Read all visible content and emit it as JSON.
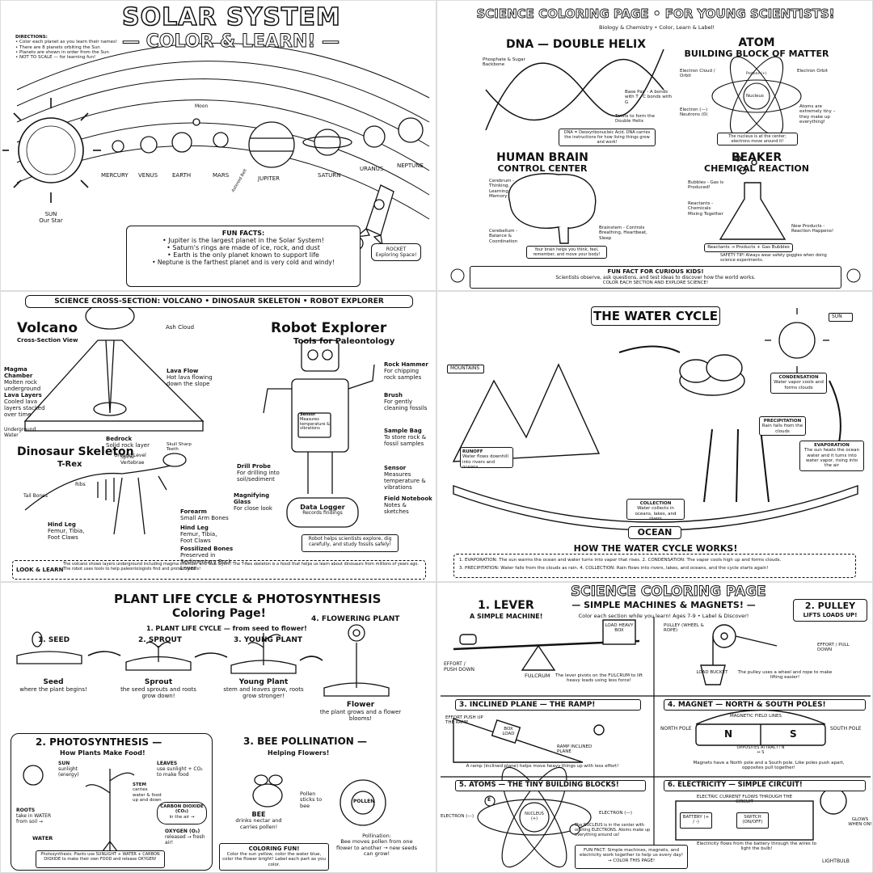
{
  "solar": {
    "title_line1": "SOLAR SYSTEM",
    "title_line2": "— COLOR & LEARN! —",
    "directions_heading": "DIRECTIONS:",
    "directions": [
      "• Color each planet as you learn their names!",
      "• There are 8 planets orbiting the Sun",
      "• Planets are shown in order from the Sun",
      "• NOT TO SCALE — for learning fun!"
    ],
    "sun_label": "SUN",
    "sun_sub": "Our Star",
    "planets": [
      "MERCURY",
      "VENUS",
      "EARTH",
      "MARS",
      "JUPITER",
      "SATURN",
      "URANUS",
      "NEPTUNE"
    ],
    "moon": "Moon",
    "asteroid_belt": "Asteroid Belt",
    "rocket_label": "ROCKET",
    "rocket_sub": "Exploring Space!",
    "facts_heading": "FUN FACTS:",
    "facts": [
      "• Jupiter is the largest planet in the Solar System!",
      "• Saturn's rings are made of ice, rock, and dust",
      "• Earth is the only planet known to support life",
      "• Neptune is the farthest planet and is very cold and windy!"
    ]
  },
  "science": {
    "title": "SCIENCE COLORING PAGE • FOR YOUNG SCIENTISTS!",
    "subtitle": "Biology & Chemistry • Color, Learn & Label!",
    "dna_title": "DNA — DOUBLE HELIX",
    "dna_backbone": "Phosphate & Sugar Backbone",
    "dna_pairs": "Base Pair - A bonds with T - C bonds with G",
    "dna_twist": "Twists to form the Double Helix",
    "dna_note": "DNA = Deoxyribonucleic Acid. DNA carries the instructions for how living things grow and work!",
    "atom_title1": "ATOM",
    "atom_title2": "BUILDING BLOCK OF MATTER",
    "atom_cloud": "Electron Cloud / Orbit",
    "atom_orbit": "Electron Orbit",
    "atom_protons": "Protons (+)",
    "atom_nucleus": "Nucleus",
    "atom_electron": "Electron (—) Neutrons (0)",
    "atom_tiny": "Atoms are extremely tiny – they make up everything!",
    "atom_note": "The nucleus is at the center; electrons move around it!",
    "brain_title1": "HUMAN BRAIN",
    "brain_title2": "CONTROL CENTER",
    "brain_cerebrum": "Cerebrum - Thinking, Learning, Memory",
    "brain_cerebellum": "Cerebellum - Balance & Coordination",
    "brain_stem": "Brainstem - Controls Breathing, Heartbeat, Sleep",
    "brain_note": "Your brain helps you think, feel, remember, and move your body!",
    "beaker_title1": "BEAKER",
    "beaker_title2": "CHEMICAL REACTION",
    "beaker_bubbles": "Bubbles - Gas is Produced!",
    "beaker_reactants": "Reactants - Chemicals Mixing Together",
    "beaker_products": "New Products - Reaction Happens!",
    "beaker_equation": "Reactants → Products + Gas Bubbles",
    "safety": "SAFETY TIP! Always wear safety goggles when doing science experiments.",
    "fun_heading": "FUN FACT FOR CURIOUS KIDS!",
    "fun_text": "Scientists observe, ask questions, and test ideas to discover how the world works.",
    "fun_sub": "COLOR EACH SECTION AND EXPLORE SCIENCE!"
  },
  "cross": {
    "banner": "SCIENCE CROSS-SECTION: VOLCANO • DINOSAUR SKELETON • ROBOT EXPLORER",
    "volcano_title": "Volcano",
    "volcano_sub": "Cross-Section View",
    "ash": "Ash Cloud",
    "lava_flow": "Lava Flow",
    "lava_flow_sub": "Hot lava flowing down the slope",
    "magma": "Magma Chamber",
    "magma_sub": "Molten rock underground",
    "layers": "Lava Layers",
    "layers_sub": "Cooled lava layers stacked over time",
    "bedrock": "Bedrock",
    "bedrock_sub": "Solid rock layer",
    "underground": "Underground Water",
    "ground": "Ground Level",
    "dino_title": "Dinosaur Skeleton",
    "dino_sub": "T-Rex",
    "skull": "Skull Sharp Teeth",
    "spine": "Spine Vertebrae",
    "ribs": "Ribs",
    "tail": "Tail Bones",
    "forearm": "Forearm",
    "forearm_sub": "Small Arm Bones",
    "hindleg_r": "Hind Leg",
    "hindleg_r_sub": "Femur, Tibia, Foot Claws",
    "hindleg_l": "Hind Leg",
    "hindleg_l_sub": "Femur, Tibia, Foot Claws",
    "fossil": "Fossilized Bones",
    "fossil_sub": "Preserved in Sedimentary Rock Layer",
    "robot_title": "Robot Explorer",
    "robot_sub": "Tools for Paleontology",
    "hammer": "Rock Hammer",
    "hammer_sub": "For chipping rock samples",
    "brush": "Brush",
    "brush_sub": "For gently cleaning fossils",
    "bag": "Sample Bag",
    "bag_sub": "To store rock & fossil samples",
    "sensor_body": "Sensor",
    "sensor_body_sub": "Measures temperature & vibrations",
    "sensor": "Sensor",
    "sensor_sub": "Measures temperature & vibrations",
    "drill": "Drill Probe",
    "drill_sub": "For drilling into soil/sediment",
    "glass": "Magnifying Glass",
    "glass_sub": "For close look",
    "logger": "Data Logger",
    "logger_sub": "Records findings",
    "notebook": "Field Notebook",
    "notebook_sub": "Notes & sketches",
    "robot_note": "Robot helps scientists explore, dig carefully, and study fossils safely!",
    "look_heading": "LOOK & LEARN",
    "look_text": "The volcano shows layers underground including magma chamber and lava layers. The T-Rex skeleton is a fossil that helps us learn about dinosaurs from millions of years ago. The robot uses tools to help paleontologists find and protect fossils!"
  },
  "water": {
    "title": "THE WATER CYCLE",
    "sun": "SUN",
    "mountains": "MOUNTAINS",
    "condensation": "CONDENSATION",
    "condensation_sub": "Water vapor cools and forms clouds",
    "precipitation": "PRECIPITATION",
    "precipitation_sub": "Rain falls from the clouds",
    "evaporation": "EVAPORATION",
    "evaporation_sub": "The sun heats the ocean water and it turns into water vapor, rising into the air",
    "runoff": "RUNOFF",
    "runoff_sub": "Water flows downhill into rivers and oceans",
    "collection": "COLLECTION",
    "collection_sub": "Water collects in oceans, lakes, and rivers",
    "ocean": "OCEAN",
    "how_heading": "HOW THE WATER CYCLE WORKS!",
    "how_1": "1. EVAPORATION: The sun warms the ocean and water turns into vapor that rises. 2. CONDENSATION: The vapor cools high up and forms clouds.",
    "how_2": "3. PRECIPITATION: Water falls from the clouds as rain. 4. COLLECTION: Rain flows into rivers, lakes, and oceans, and the cycle starts again!"
  },
  "plant": {
    "title1": "PLANT LIFE CYCLE & PHOTOSYNTHESIS",
    "title2": "Coloring Page!",
    "cycle_heading": "1. PLANT LIFE CYCLE — from seed to flower!",
    "stage1": "1. SEED",
    "stage2": "2. SPROUT",
    "stage3": "3. YOUNG PLANT",
    "stage4": "4. FLOWERING PLANT",
    "seed": "Seed",
    "seed_sub": "where the plant begins!",
    "sprout": "Sprout",
    "sprout_sub": "the seed sprouts and roots grow down!",
    "young": "Young Plant",
    "young_sub": "stem and leaves grow, roots grow stronger!",
    "flower": "Flower",
    "flower_sub": "the plant grows and a flower blooms!",
    "photo_title": "2. PHOTOSYNTHESIS —",
    "photo_sub": "How Plants Make Food!",
    "sun": "SUN",
    "sun_sub": "sunlight (energy)",
    "leaves": "LEAVES",
    "leaves_sub": "use sunlight + CO₂ to make food",
    "stem": "STEM",
    "stem_sub": "carries water & food up and down",
    "co2": "CARBON DIOXIDE (CO₂)",
    "co2_sub": "in the air →",
    "roots": "ROOTS",
    "roots_sub": "take in WATER from soil →",
    "water": "WATER",
    "oxygen": "OXYGEN (O₂)",
    "oxygen_sub": "released → fresh air!",
    "photo_note": "Photosynthesis: Plants use SUNLIGHT + WATER + CARBON DIOXIDE to make their own FOOD and release OXYGEN!",
    "bee_title": "3. BEE POLLINATION —",
    "bee_sub": "Helping Flowers!",
    "bee": "BEE",
    "bee_text": "drinks nectar and carries pollen!",
    "pollen": "POLLEN",
    "pollen_sticks": "Pollen sticks to bee",
    "pollination": "Pollination:",
    "pollination_text": "Bee moves pollen from one flower to another → new seeds can grow!",
    "fun_heading": "COLORING FUN!",
    "fun_text": "Color the sun yellow, color the water blue, color the flower bright! Label each part as you color."
  },
  "machines": {
    "title": "SCIENCE COLORING PAGE",
    "subtitle": "— SIMPLE MACHINES & MAGNETS! —",
    "intro": "Color each section while you learn! Ages 7-9 • Label & Discover!",
    "lever_title": "1. LEVER",
    "lever_sub": "A SIMPLE MACHINE!",
    "load_box": "LOAD HEAVY BOX",
    "effort": "EFFORT / PUSH DOWN",
    "fulcrum": "FULCRUM",
    "lever_note": "The lever pivots on the FULCRUM to lift heavy loads using less force!",
    "pulley_title": "2. PULLEY",
    "pulley_sub": "LIFTS LOADS UP!",
    "pulley_label": "PULLEY (WHEEL & ROPE)",
    "pulley_effort": "EFFORT / PULL DOWN",
    "bucket": "LOAD BUCKET",
    "pulley_note": "The pulley uses a wheel and rope to make lifting easier!",
    "plane_title": "3. INCLINED PLANE — THE RAMP!",
    "plane_effort": "EFFORT PUSH UP THE RAMP",
    "box_load": "BOX LOAD",
    "ramp": "RAMP INCLINED PLANE",
    "plane_note": "A ramp (inclined plane) helps move heavy things up with less effort!",
    "magnet_title": "4. MAGNET — NORTH & SOUTH POLES!",
    "field": "MAGNETIC FIELD LINES",
    "north": "NORTH POLE",
    "south": "SOUTH POLE",
    "n": "N",
    "s": "S",
    "opposites": "OPPOSITES ATTRACT! N ↔ S",
    "magnet_note": "Magnets have a North pole and a South pole. Like poles push apart, opposites pull together!",
    "atoms_title": "5. ATOMS — THE TINY BUILDING BLOCKS!",
    "electron_l": "ELECTRON (—)",
    "electron_r": "ELECTRON (—)",
    "e": "E",
    "nucleus": "NUCLEUS (+)",
    "atoms_note": "The NUCLEUS is in the center with orbiting ELECTRONS. Atoms make up everything around us!",
    "elec_title": "6. ELECTRICITY — SIMPLE CIRCUIT!",
    "current": "ELECTRIC CURRENT FLOWS THROUGH THE CIRCUIT",
    "battery": "BATTERY (+ / -)",
    "switch": "SWITCH (ON/OFF)",
    "glows": "GLOWS WHEN ON!",
    "lightbulb": "LIGHTBULB",
    "elec_note": "Electricity flows from the battery through the wires to light the bulb!",
    "fun": "FUN FACT: Simple machines, magnets, and electricity work together to help us every day! → COLOR THIS PAGE!"
  }
}
